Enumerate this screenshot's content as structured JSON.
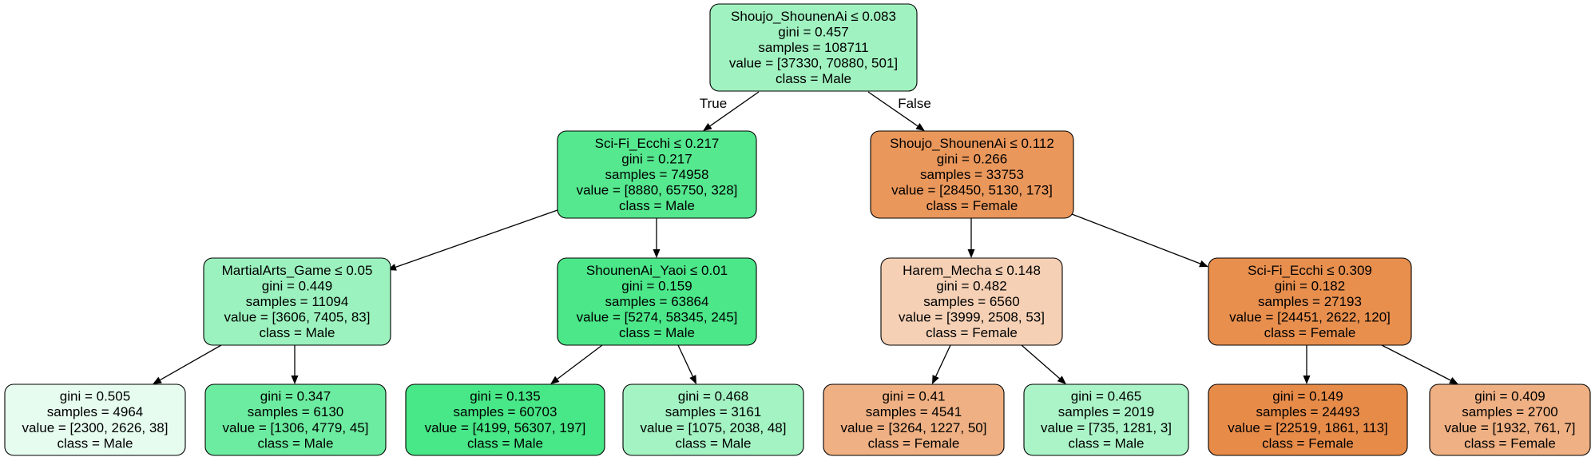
{
  "nodes": [
    {
      "id": "n0",
      "lines": [
        "Shoujo_ShounenAi ≤ 0.083",
        "gini = 0.457",
        "samples = 108711",
        "value = [37330, 70880, 501]",
        "class = Male"
      ],
      "color": "#a0f2c0"
    },
    {
      "id": "n1",
      "lines": [
        "Sci-Fi_Ecchi ≤ 0.217",
        "gini = 0.217",
        "samples = 74958",
        "value = [8880, 65750, 328]",
        "class = Male"
      ],
      "color": "#55e88f"
    },
    {
      "id": "n2",
      "lines": [
        "Shoujo_ShounenAi ≤ 0.112",
        "gini = 0.266",
        "samples = 33753",
        "value = [28450, 5130, 173]",
        "class = Female"
      ],
      "color": "#ea975b"
    },
    {
      "id": "n3",
      "lines": [
        "MartialArts_Game ≤ 0.05",
        "gini = 0.449",
        "samples = 11094",
        "value = [3606, 7405, 83]",
        "class = Male"
      ],
      "color": "#9bf2be"
    },
    {
      "id": "n4",
      "lines": [
        "ShounenAi_Yaoi ≤ 0.01",
        "gini = 0.159",
        "samples = 63864",
        "value = [5274, 58345, 245]",
        "class = Male"
      ],
      "color": "#4be789"
    },
    {
      "id": "n5",
      "lines": [
        "Harem_Mecha ≤ 0.148",
        "gini = 0.482",
        "samples = 6560",
        "value = [3999, 2508, 53]",
        "class = Female"
      ],
      "color": "#f5d0b5"
    },
    {
      "id": "n6",
      "lines": [
        "Sci-Fi_Ecchi ≤ 0.309",
        "gini = 0.182",
        "samples = 27193",
        "value = [24451, 2622, 120]",
        "class = Female"
      ],
      "color": "#e88f4e"
    },
    {
      "id": "n7",
      "lines": [
        "gini = 0.505",
        "samples = 4964",
        "value = [2300, 2626, 38]",
        "class = Male"
      ],
      "color": "#e6fcef"
    },
    {
      "id": "n8",
      "lines": [
        "gini = 0.347",
        "samples = 6130",
        "value = [1306, 4779, 45]",
        "class = Male"
      ],
      "color": "#6ceca0"
    },
    {
      "id": "n9",
      "lines": [
        "gini = 0.135",
        "samples = 60703",
        "value = [4199, 56307, 197]",
        "class = Male"
      ],
      "color": "#48e787"
    },
    {
      "id": "n10",
      "lines": [
        "gini = 0.468",
        "samples = 3161",
        "value = [1075, 2038, 48]",
        "class = Male"
      ],
      "color": "#a3f3c3"
    },
    {
      "id": "n11",
      "lines": [
        "gini = 0.41",
        "samples = 4541",
        "value = [3264, 1227, 50]",
        "class = Female"
      ],
      "color": "#efb083"
    },
    {
      "id": "n12",
      "lines": [
        "gini = 0.465",
        "samples = 2019",
        "value = [735, 1281, 3]",
        "class = Male"
      ],
      "color": "#abf4c8"
    },
    {
      "id": "n13",
      "lines": [
        "gini = 0.149",
        "samples = 24493",
        "value = [22519, 1861, 113]",
        "class = Female"
      ],
      "color": "#e78b49"
    },
    {
      "id": "n14",
      "lines": [
        "gini = 0.409",
        "samples = 2700",
        "value = [1932, 761, 7]",
        "class = Female"
      ],
      "color": "#efb083"
    }
  ],
  "edges": [
    {
      "from": "n0",
      "to": "n1",
      "label": "True"
    },
    {
      "from": "n0",
      "to": "n2",
      "label": "False"
    },
    {
      "from": "n1",
      "to": "n3",
      "label": ""
    },
    {
      "from": "n1",
      "to": "n4",
      "label": ""
    },
    {
      "from": "n2",
      "to": "n5",
      "label": ""
    },
    {
      "from": "n2",
      "to": "n6",
      "label": ""
    },
    {
      "from": "n3",
      "to": "n7",
      "label": ""
    },
    {
      "from": "n3",
      "to": "n8",
      "label": ""
    },
    {
      "from": "n4",
      "to": "n9",
      "label": ""
    },
    {
      "from": "n4",
      "to": "n10",
      "label": ""
    },
    {
      "from": "n5",
      "to": "n11",
      "label": ""
    },
    {
      "from": "n5",
      "to": "n12",
      "label": ""
    },
    {
      "from": "n6",
      "to": "n13",
      "label": ""
    },
    {
      "from": "n6",
      "to": "n14",
      "label": ""
    }
  ]
}
